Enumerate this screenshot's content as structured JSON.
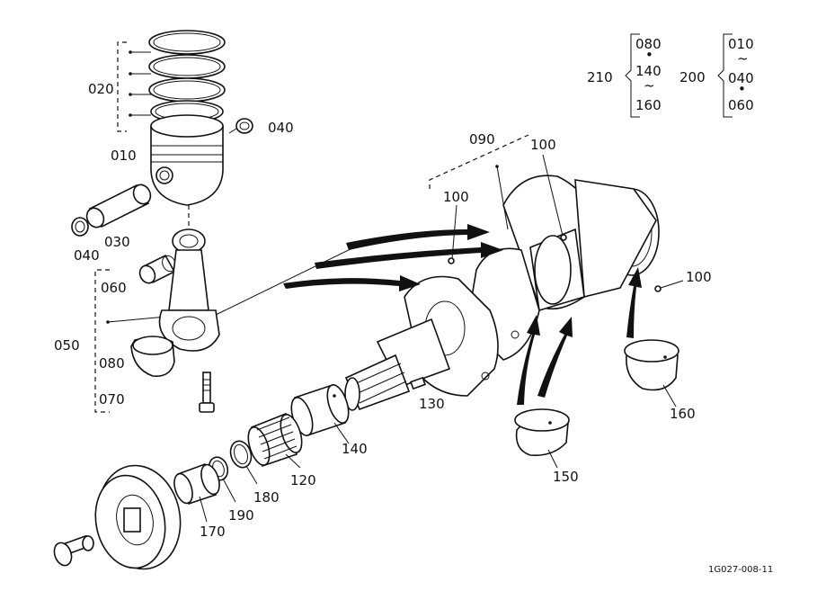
{
  "labels": {
    "l020": "020",
    "l040a": "040",
    "l010": "010",
    "l030": "030",
    "l040b": "040",
    "l060": "060",
    "l050": "050",
    "l080": "080",
    "l070": "070",
    "l090": "090",
    "l100a": "100",
    "l100b": "100",
    "l100c": "100",
    "l130": "130",
    "l140": "140",
    "l120": "120",
    "l180": "180",
    "l190": "190",
    "l170": "170",
    "l150": "150",
    "l160": "160",
    "l210": "210",
    "l200": "200"
  },
  "groups": {
    "g210": [
      "080",
      "140",
      "160"
    ],
    "g200": [
      "010",
      "040",
      "060"
    ]
  },
  "drawing_code": "1G027-008-11"
}
